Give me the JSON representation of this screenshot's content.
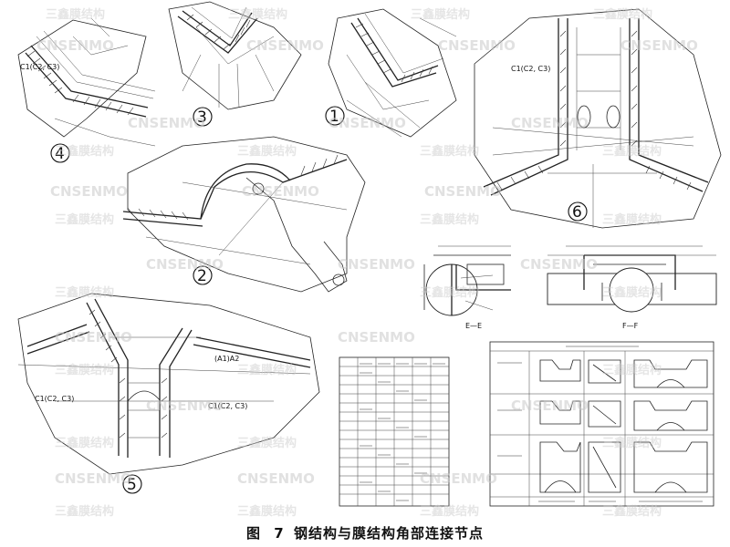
{
  "caption": {
    "prefix": "图",
    "number": "7",
    "text": "钢结构与膜结构角部连接节点"
  },
  "watermark": {
    "latin": "CNSENMO",
    "chinese": "三鑫膜结构"
  },
  "details": [
    {
      "number": "1"
    },
    {
      "number": "2"
    },
    {
      "number": "3"
    },
    {
      "number": "4"
    },
    {
      "number": "5"
    },
    {
      "number": "6"
    }
  ],
  "labels": {
    "c1_a": "C1(C2, C3)",
    "c1_b": "C1(C2, C3)",
    "c1_c": "C1(C2, C3)",
    "c1_d": "C1(C2, C3)",
    "a1a2": "(A1)A2",
    "sec_ee": "E—E",
    "sec_ff": "F—F"
  },
  "colors": {
    "line": "#222222",
    "watermark": "#c9c9c9",
    "background": "#ffffff"
  }
}
